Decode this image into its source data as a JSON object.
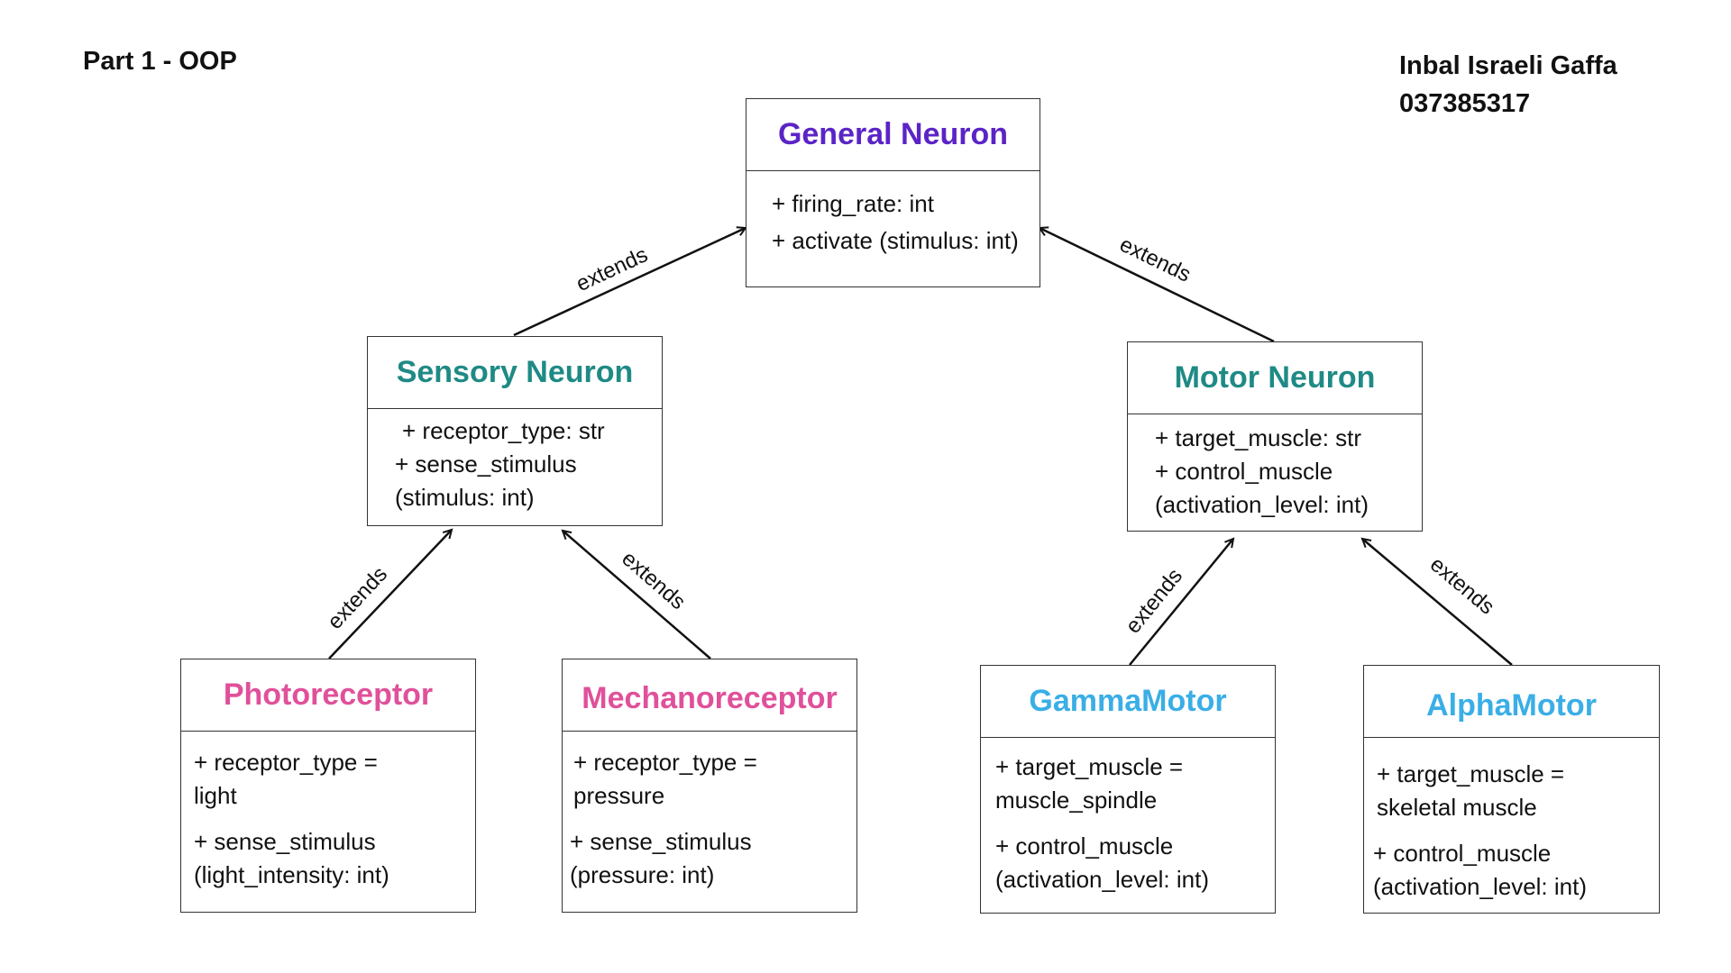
{
  "header": {
    "title": "Part 1 - OOP",
    "author_name": "Inbal Israeli Gaffa",
    "author_id": "037385317"
  },
  "colors": {
    "base_class": "#5b24c6",
    "mid_class": "#1f8a85",
    "sensory_leaf": "#e0509b",
    "motor_leaf": "#3aaee6"
  },
  "relation_label": "extends",
  "classes": {
    "general_neuron": {
      "name": "General Neuron",
      "members": [
        "+ firing_rate: int",
        "+ activate (stimulus: int)"
      ]
    },
    "sensory_neuron": {
      "name": "Sensory Neuron",
      "members": [
        "+ receptor_type: str",
        "+ sense_stimulus",
        "(stimulus: int)"
      ]
    },
    "motor_neuron": {
      "name": "Motor Neuron",
      "members": [
        "+ target_muscle: str",
        "+ control_muscle",
        "(activation_level: int)"
      ]
    },
    "photoreceptor": {
      "name": "Photoreceptor",
      "members": [
        "+ receptor_type =",
        "light",
        "+ sense_stimulus",
        "(light_intensity: int)"
      ]
    },
    "mechanoreceptor": {
      "name": "Mechanoreceptor",
      "members": [
        "+ receptor_type =",
        "pressure",
        "+ sense_stimulus",
        "(pressure: int)"
      ]
    },
    "gamma_motor": {
      "name": "GammaMotor",
      "members": [
        "+ target_muscle =",
        "muscle_spindle",
        "+ control_muscle",
        "(activation_level: int)"
      ]
    },
    "alpha_motor": {
      "name": "AlphaMotor",
      "members": [
        "+ target_muscle =",
        "skeletal muscle",
        "+ control_muscle",
        "(activation_level: int)"
      ]
    }
  }
}
